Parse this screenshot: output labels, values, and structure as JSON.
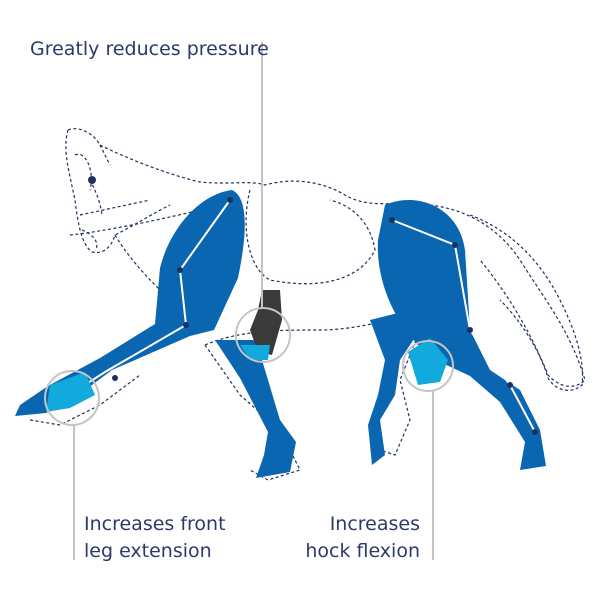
{
  "labels": {
    "pressure": "Greatly reduces pressure",
    "front_leg_line1": "Increases front",
    "front_leg_line2": "leg extension",
    "hock_line1": "Increases",
    "hock_line2": "hock flexion"
  },
  "colors": {
    "leg_blue": "#0a66b0",
    "highlight_cyan": "#12a9dc",
    "outline_navy": "#1f2f5e",
    "text": "#2b3a6b",
    "callout_grey": "#c4c4c4",
    "girth_dark": "#3a3a3a"
  }
}
